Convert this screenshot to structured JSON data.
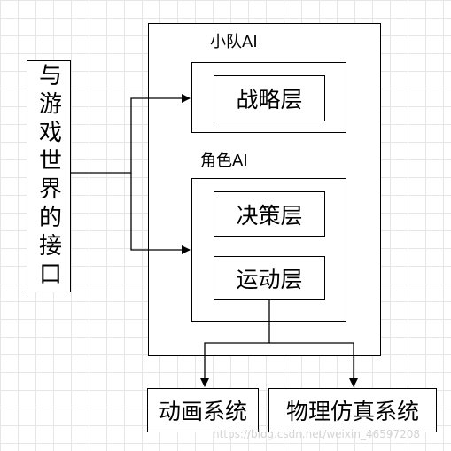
{
  "interface": {
    "label": "与游戏世界的接口"
  },
  "outer": {
    "squad_title": "小队AI",
    "squad_layer": "战略层",
    "role_title": "角色AI",
    "role_layers": [
      "决策层",
      "运动层"
    ]
  },
  "outputs": [
    "动画系统",
    "物理仿真系统"
  ],
  "watermark": "https://blog.csdn.net/weixin_46597208"
}
